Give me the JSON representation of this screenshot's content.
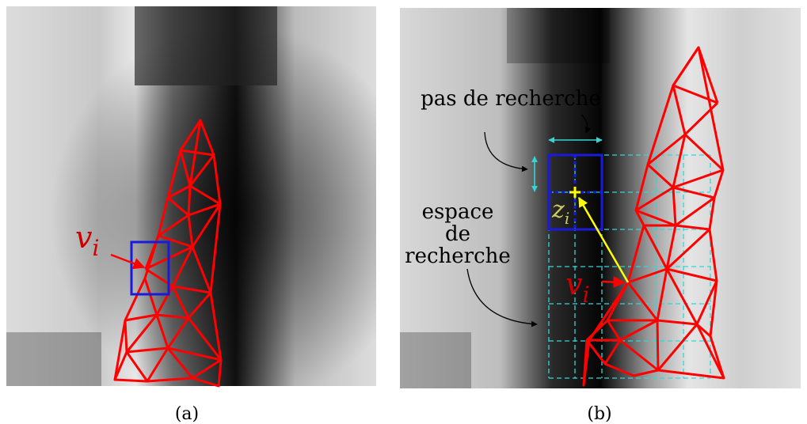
{
  "panel_a": {
    "caption": "(a)",
    "vertex_label": "v",
    "vertex_subscript": "i"
  },
  "panel_b": {
    "caption": "(b)",
    "step_label": "pas de recherche",
    "space_label_lines": [
      "espace",
      "de",
      "recherche"
    ],
    "vertex_label": "v",
    "vertex_subscript": "i",
    "target_label": "z",
    "target_subscript": "i"
  },
  "colors": {
    "mesh": "#ff0000",
    "window": "#1a1adc",
    "grid": "#33d6d6",
    "arrow": "#ffff00"
  }
}
